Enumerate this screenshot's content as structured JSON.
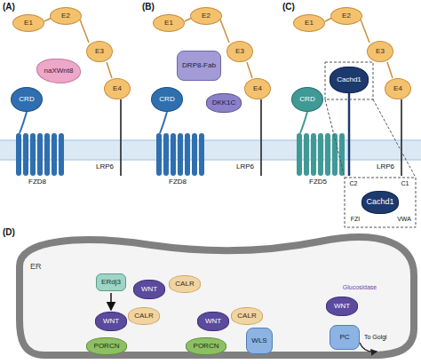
{
  "diagram": {
    "nodes": [
      {
        "text": [
          "E1"
        ]
      },
      {
        "text": [
          "E2"
        ]
      },
      {
        "text": [
          "E3"
        ]
      },
      {
        "text": [
          "E4"
        ]
      },
      {
        "text": [
          "naXWnt8"
        ]
      },
      {
        "text": [
          "CRD"
        ]
      },
      {
        "text": [
          "E1"
        ]
      },
      {
        "text": [
          "E2"
        ]
      },
      {
        "text": [
          "E3"
        ]
      },
      {
        "text": [
          "E4"
        ]
      },
      {
        "text": [
          "DRP8-Fab"
        ]
      },
      {
        "text": [
          "CRD"
        ]
      },
      {
        "text": [
          "DKK1C"
        ]
      },
      {
        "text": [
          "E1"
        ]
      },
      {
        "text": [
          "E2"
        ]
      },
      {
        "text": [
          "E3"
        ]
      },
      {
        "text": [
          "E4"
        ]
      },
      {
        "text": [
          "Cachd1"
        ]
      },
      {
        "text": [
          "CRD"
        ]
      },
      {
        "text": [
          "Cachd1"
        ]
      },
      {
        "text": [
          "ERdj3"
        ]
      },
      {
        "text": [
          "WNT"
        ]
      },
      {
        "text": [
          "CALR"
        ]
      },
      {
        "text": [
          "WNT"
        ]
      },
      {
        "text": [
          "CALR"
        ]
      },
      {
        "text": [
          "PORCN"
        ]
      },
      {
        "text": [
          "WNT"
        ]
      },
      {
        "text": [
          "CALR"
        ]
      },
      {
        "text": [
          "PORCN"
        ]
      },
      {
        "text": [
          "WLS"
        ]
      },
      {
        "text": [
          "WNT"
        ]
      },
      {
        "text": [
          "PC"
        ]
      }
    ],
    "edges": [
      {
        "from": 20,
        "to": 23,
        "arrow": "to"
      }
    ],
    "labels": [
      "(A)",
      "FZD8",
      "LRP6",
      "(B)",
      "FZD8",
      "LRP6",
      "(C)",
      "FZD5",
      "LRP6",
      "C2",
      "C1",
      "FZI",
      "VWA",
      "(D)",
      "ER",
      "Glucosidase",
      "To Golgi"
    ]
  }
}
